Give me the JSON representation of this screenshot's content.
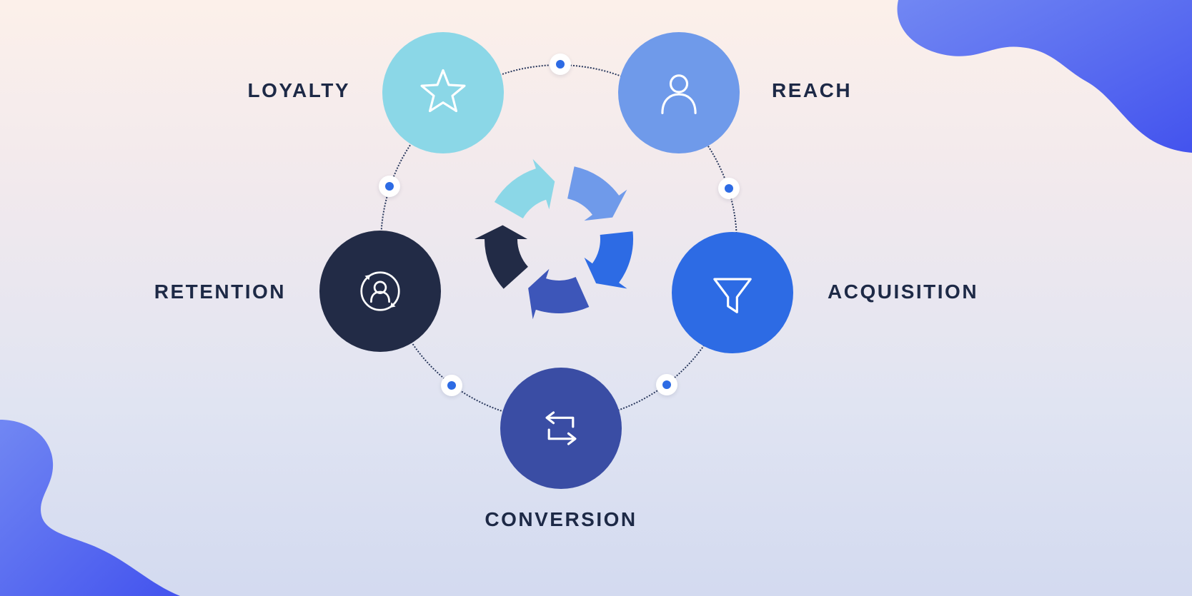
{
  "diagram": {
    "nodes": [
      {
        "id": "loyalty",
        "label": "LOYALTY",
        "icon": "star-icon",
        "color": "#8BD7E7"
      },
      {
        "id": "reach",
        "label": "REACH",
        "icon": "user-icon",
        "color": "#6F9AEA"
      },
      {
        "id": "acquisition",
        "label": "ACQUISITION",
        "icon": "funnel-icon",
        "color": "#2D6BE4"
      },
      {
        "id": "conversion",
        "label": "CONVERSION",
        "icon": "swap-arrows-icon",
        "color": "#3A4DA4"
      },
      {
        "id": "retention",
        "label": "RETENTION",
        "icon": "user-refresh-icon",
        "color": "#222B46"
      }
    ],
    "cycle_arrows": [
      {
        "name": "loyalty-arrow",
        "color": "#8BD7E7"
      },
      {
        "name": "reach-arrow",
        "color": "#6F9AEA"
      },
      {
        "name": "acquisition-arrow",
        "color": "#2D6BE4"
      },
      {
        "name": "conversion-arrow",
        "color": "#3D56B9"
      },
      {
        "name": "retention-arrow",
        "color": "#222B46"
      }
    ],
    "connector_dot_color": "#2D6BE4",
    "label_color": "#1D2946",
    "background": {
      "top": "#FCF0EA",
      "bottom": "#D3DAF0"
    },
    "blob_color_start": "#7187F3",
    "blob_color_end": "#4353EE"
  }
}
